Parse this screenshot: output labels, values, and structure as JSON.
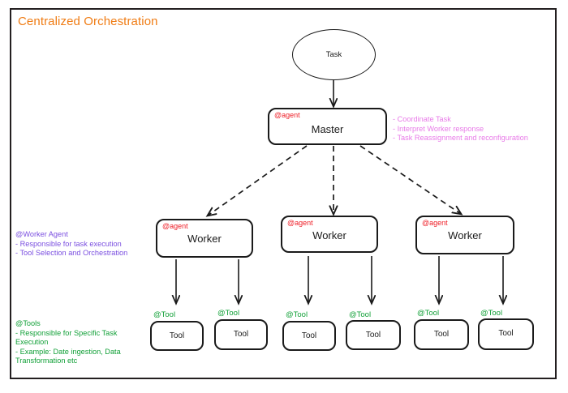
{
  "diagram": {
    "title": "Centralized Orchestration",
    "title_color": "#f07c14",
    "frame_color": "#231f20",
    "background": "#ffffff"
  },
  "nodes": {
    "task": {
      "label": "Task",
      "shape": "ellipse"
    },
    "master": {
      "label": "Master",
      "tag": "@agent",
      "tag_color": "#ee1c25",
      "shape": "rounded-rect"
    },
    "workers": [
      {
        "label": "Worker",
        "tag": "@agent"
      },
      {
        "label": "Worker",
        "tag": "@agent"
      },
      {
        "label": "Worker",
        "tag": "@agent"
      }
    ],
    "tools": [
      {
        "label": "Tool",
        "tag": "@Tool"
      },
      {
        "label": "Tool",
        "tag": "@Tool"
      },
      {
        "label": "Tool",
        "tag": "@Tool"
      },
      {
        "label": "Tool",
        "tag": "@Tool"
      },
      {
        "label": "Tool",
        "tag": "@Tool"
      },
      {
        "label": "Tool",
        "tag": "@Tool"
      }
    ],
    "tool_tag_color": "#12a038"
  },
  "annotations": {
    "master_note": {
      "color": "#e87ae8",
      "lines": [
        "- Coordinate Task",
        "- Interpret Worker response",
        "- Task Reassignment and reconfiguration"
      ],
      "text": "- Coordinate Task\n- Interpret Worker response\n- Task Reassignment and reconfiguration"
    },
    "worker_note": {
      "color": "#7b4fe0",
      "lines": [
        "@Worker Agent",
        "- Responsible for task execution",
        "- Tool Selection and Orchestration"
      ],
      "text": "@Worker Agent\n- Responsible for task execution\n- Tool Selection and Orchestration"
    },
    "tools_note": {
      "color": "#12a038",
      "lines": [
        "@Tools",
        "- Responsible for Specific Task",
        "Execution",
        "- Example: Date ingestion, Data",
        "Transformation etc"
      ],
      "text": "@Tools\n- Responsible for Specific Task\nExecution\n- Example: Date ingestion, Data\nTransformation etc"
    }
  },
  "edges": {
    "task_to_master": {
      "style": "solid",
      "arrow": true
    },
    "master_to_workers": {
      "style": "dashed",
      "arrow": true,
      "count": 3
    },
    "worker_to_tools": {
      "style": "solid",
      "arrow": true,
      "count": 6
    }
  }
}
